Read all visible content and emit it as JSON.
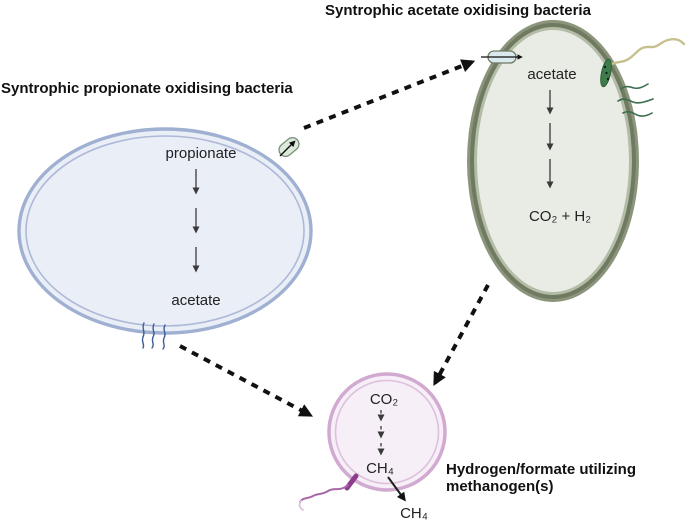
{
  "diagram": {
    "propionate_cell": {
      "title": "Syntrophic propionate oxidising bacteria",
      "substrate": "propionate",
      "product": "acetate"
    },
    "acetate_cell": {
      "title": "Syntrophic acetate oxidising bacteria",
      "substrate": "acetate",
      "product": "CO₂ + H₂"
    },
    "methanogen_cell": {
      "title_line1": "Hydrogen/formate utilizing",
      "title_line2": "methanogen(s)",
      "substrate": "CO₂",
      "product_internal": "CH₄",
      "product_released": "CH₄"
    },
    "colors": {
      "propionate_fill": "#eaeef7",
      "propionate_membrane": "#9fb0d2",
      "propionate_membrane_inner": "#aeb9d8",
      "acetate_fill": "#e9ece4",
      "acetate_membrane_mid": "#8b957c",
      "acetate_membrane_dark": "#6f7a60",
      "acetate_membrane_light": "#b3bca6",
      "methanogen_fill": "#f7eff7",
      "methanogen_membrane": "#d1a9d1",
      "methanogen_membrane_inner": "#dcc0dc",
      "transporter_green_fill": "#dcead9",
      "transporter_blue_fill": "#d9e9ee",
      "flagellum_tan": "#c6c08e",
      "flagellum_purple": "#a868a8",
      "basal_green": "#3e7c4c",
      "basal_purple": "#8e3d8e",
      "arrow": "#111111"
    }
  }
}
